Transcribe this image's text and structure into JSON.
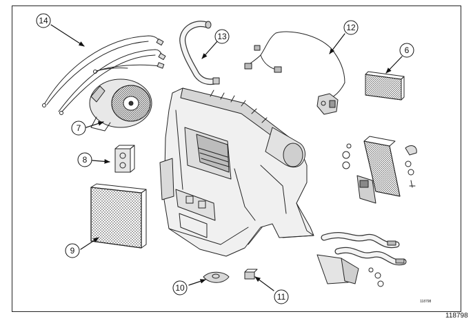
{
  "callouts": {
    "c6": "6",
    "c7": "7",
    "c8": "8",
    "c9": "9",
    "c10": "10",
    "c11": "11",
    "c12": "12",
    "c13": "13",
    "c14": "14"
  },
  "figure_id_inner": "118798",
  "figure_id_outer": "118798"
}
